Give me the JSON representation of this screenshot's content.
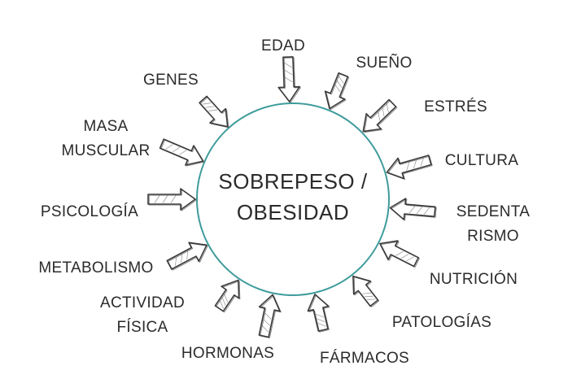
{
  "center": {
    "line1": "SOBREPESO /",
    "line2": "OBESIDAD"
  },
  "colors": {
    "circle": "#3e9b9b",
    "text": "#2b2b2b",
    "arrow_stroke": "#3a3a3a",
    "arrow_fill": "#ffffff"
  },
  "factors": [
    {
      "id": "edad",
      "lines": [
        "EDAD"
      ]
    },
    {
      "id": "sueno",
      "lines": [
        "SUEÑO"
      ]
    },
    {
      "id": "estres",
      "lines": [
        "ESTRÉS"
      ]
    },
    {
      "id": "cultura",
      "lines": [
        "CULTURA"
      ]
    },
    {
      "id": "sedentarismo",
      "lines": [
        "SEDENTA",
        "RISMO"
      ]
    },
    {
      "id": "nutricion",
      "lines": [
        "NUTRICIÓN"
      ]
    },
    {
      "id": "patologias",
      "lines": [
        "PATOLOGÍAS"
      ]
    },
    {
      "id": "farmacos",
      "lines": [
        "FÁRMACOS"
      ]
    },
    {
      "id": "hormonas",
      "lines": [
        "HORMONAS"
      ]
    },
    {
      "id": "actividad-fisica",
      "lines": [
        "ACTIVIDAD",
        "FÍSICA"
      ]
    },
    {
      "id": "metabolismo",
      "lines": [
        "METABOLISMO"
      ]
    },
    {
      "id": "psicologia",
      "lines": [
        "PSICOLOGÍA"
      ]
    },
    {
      "id": "masa-muscular",
      "lines": [
        "MASA",
        "MUSCULAR"
      ]
    },
    {
      "id": "genes",
      "lines": [
        "GENES"
      ]
    }
  ]
}
